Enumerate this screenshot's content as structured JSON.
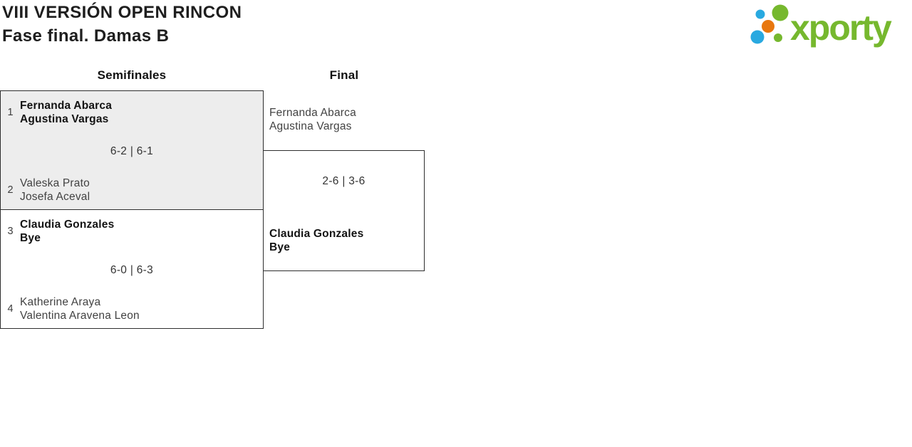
{
  "header": {
    "title_line1": "VIII VERSIÓN OPEN RINCON",
    "title_line2": "Fase final. Damas B"
  },
  "logo": {
    "wordmark": "xporty",
    "colors": {
      "green": "#76b82e",
      "blue": "#29a9e0",
      "orange": "#e8770e"
    }
  },
  "colors": {
    "highlight_match_bg": "#ededed",
    "match_border": "#2e2e2e",
    "winner_text": "#131313",
    "loser_text": "#424242"
  },
  "bracket": {
    "rounds": [
      {
        "label": "Semifinales",
        "matches": [
          {
            "team1": {
              "seed": "1",
              "players": [
                "Fernanda Abarca",
                "Agustina Vargas"
              ]
            },
            "score": "6-2 | 6-1",
            "team2": {
              "seed": "2",
              "players": [
                "Valeska Prato",
                "Josefa Aceval"
              ]
            }
          },
          {
            "team1": {
              "seed": "3",
              "players": [
                "Claudia Gonzales",
                "Bye"
              ]
            },
            "score": "6-0 | 6-3",
            "team2": {
              "seed": "4",
              "players": [
                "Katherine Araya",
                "Valentina Aravena Leon"
              ]
            }
          }
        ]
      },
      {
        "label": "Final",
        "matches": [
          {
            "team1": {
              "players": [
                "Fernanda Abarca",
                "Agustina Vargas"
              ]
            },
            "score": "2-6 | 3-6",
            "team2": {
              "players": [
                "Claudia Gonzales",
                "Bye"
              ]
            }
          }
        ]
      }
    ]
  }
}
